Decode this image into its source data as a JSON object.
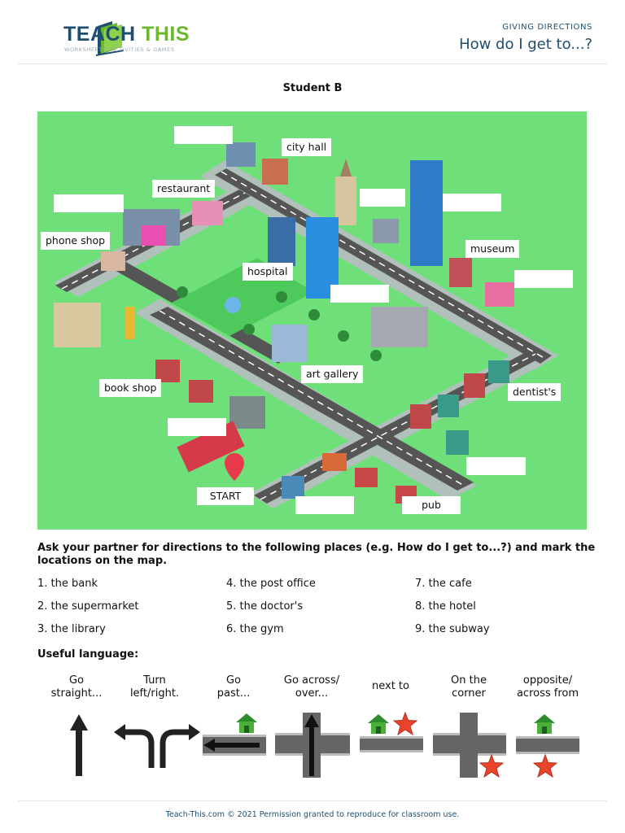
{
  "header": {
    "brand_part1": "TEACH",
    "brand_part2": "THIS",
    "tagline": "WORKSHEETS, ACTIVITIES & GAMES",
    "section": "GIVING DIRECTIONS",
    "title": "How do I get to...?"
  },
  "student": "Student B",
  "map": {
    "labels": {
      "city_hall": "city hall",
      "restaurant": "restaurant",
      "phone_shop": "phone shop",
      "hospital": "hospital",
      "museum": "museum",
      "art_gallery": "art gallery",
      "book_shop": "book shop",
      "dentists": "dentist's",
      "start": "START",
      "pub": "pub"
    }
  },
  "instructions": "Ask your partner for directions to the following places (e.g. How do I get to...?) and mark the locations on the map.",
  "places": [
    "1. the bank",
    "2. the supermarket",
    "3. the library",
    "4. the post office",
    "5. the doctor's",
    "6. the gym",
    "7. the cafe",
    "8. the hotel",
    "9. the subway"
  ],
  "useful_language": "Useful language",
  "phrases": {
    "p1a": "Go",
    "p1b": "straight...",
    "p2a": "Turn",
    "p2b": "left/right.",
    "p3a": "Go",
    "p3b": "past...",
    "p4a": "Go across/",
    "p4b": "over...",
    "p5": "next to",
    "p6a": "On the",
    "p6b": "corner",
    "p7a": "opposite/",
    "p7b": "across from"
  },
  "icons": [
    "teach-this-logo",
    "up-arrow-icon",
    "turn-left-right-icon",
    "arrow-left-icon",
    "house-icon",
    "star-icon",
    "crossroad-icon",
    "map-pin-icon"
  ],
  "colors": {
    "navy": "#1f4f6e",
    "brand_green": "#6ab82e",
    "map_green": "#6fdf7a",
    "road": "#555555",
    "star": "#e8442c"
  },
  "footer": "Teach-This.com © 2021 Permission granted to reproduce for classroom use."
}
